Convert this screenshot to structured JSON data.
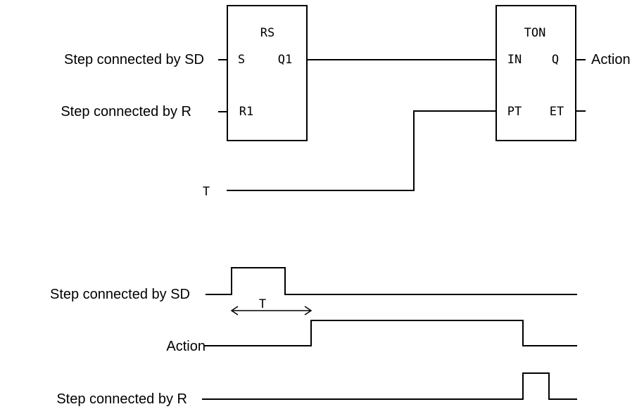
{
  "rs_block": {
    "title": "RS",
    "pin_s": "S",
    "pin_q1": "Q1",
    "pin_r1": "R1"
  },
  "ton_block": {
    "title": "TON",
    "pin_in": "IN",
    "pin_q": "Q",
    "pin_pt": "PT",
    "pin_et": "ET"
  },
  "inputs": {
    "sd_label": "Step connected by SD",
    "r_label": "Step connected by R",
    "t_label": "T"
  },
  "outputs": {
    "action_label": "Action"
  },
  "timing": {
    "sd_label": "Step connected by SD",
    "action_label": "Action",
    "r_label": "Step connected by R",
    "interval_label": "T"
  }
}
